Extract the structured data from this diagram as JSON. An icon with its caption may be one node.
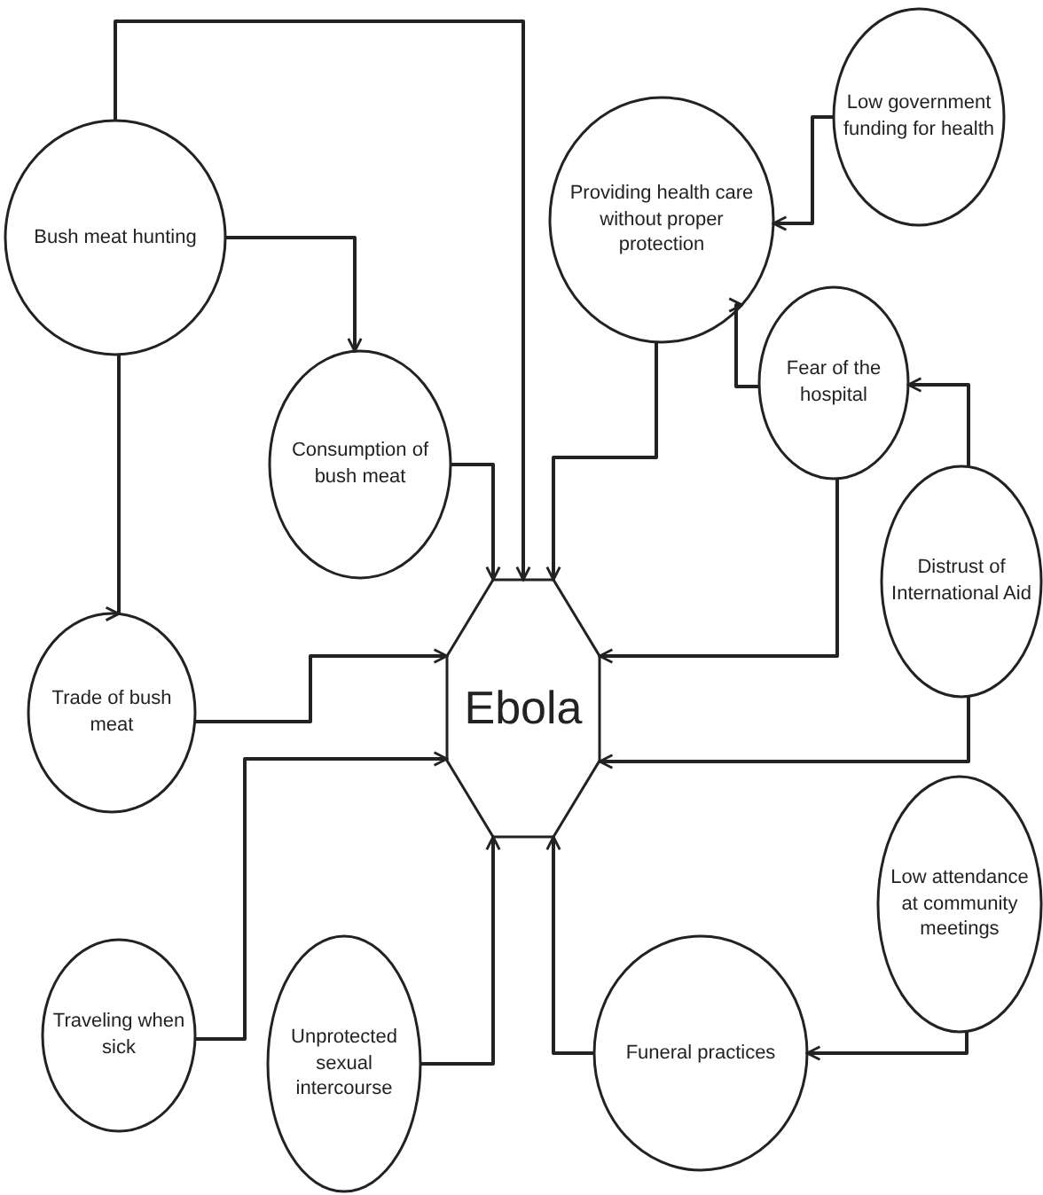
{
  "diagram": {
    "nodes": [
      {
        "text": [
          "Bush meat hunting"
        ]
      },
      {
        "text": [
          "Low government funding for health"
        ]
      },
      {
        "text": [
          "Providing health care without proper protection"
        ]
      },
      {
        "text": [
          "Fear of the hospital"
        ]
      },
      {
        "text": [
          "Consumption of bush meat"
        ]
      },
      {
        "text": [
          "Distrust of International Aid"
        ]
      },
      {
        "text": [
          "Trade of bush meat"
        ]
      },
      {
        "text": [
          "Ebola"
        ]
      },
      {
        "text": [
          "Low attendance at community meetings"
        ]
      },
      {
        "text": [
          "Traveling when sick"
        ]
      },
      {
        "text": [
          "Unprotected sexual intercourse"
        ]
      },
      {
        "text": [
          "Funeral practices"
        ]
      }
    ],
    "edges": [
      {
        "from": 0,
        "to": 7,
        "arrow": "to"
      },
      {
        "from": 0,
        "to": 4,
        "arrow": "to"
      },
      {
        "from": 0,
        "to": 6,
        "arrow": "to"
      },
      {
        "from": 4,
        "to": 7,
        "arrow": "to"
      },
      {
        "from": 2,
        "to": 7,
        "arrow": "to"
      },
      {
        "from": 1,
        "to": 2,
        "arrow": "to"
      },
      {
        "from": 3,
        "to": 2,
        "arrow": "to"
      },
      {
        "from": 3,
        "to": 7,
        "arrow": "to"
      },
      {
        "from": 5,
        "to": 3,
        "arrow": "to"
      },
      {
        "from": 5,
        "to": 7,
        "arrow": "to"
      },
      {
        "from": 6,
        "to": 7,
        "arrow": "to"
      },
      {
        "from": 9,
        "to": 7,
        "arrow": "to"
      },
      {
        "from": 10,
        "to": 7,
        "arrow": "to"
      },
      {
        "from": 11,
        "to": 7,
        "arrow": "to"
      },
      {
        "from": 8,
        "to": 11,
        "arrow": "to"
      }
    ]
  }
}
